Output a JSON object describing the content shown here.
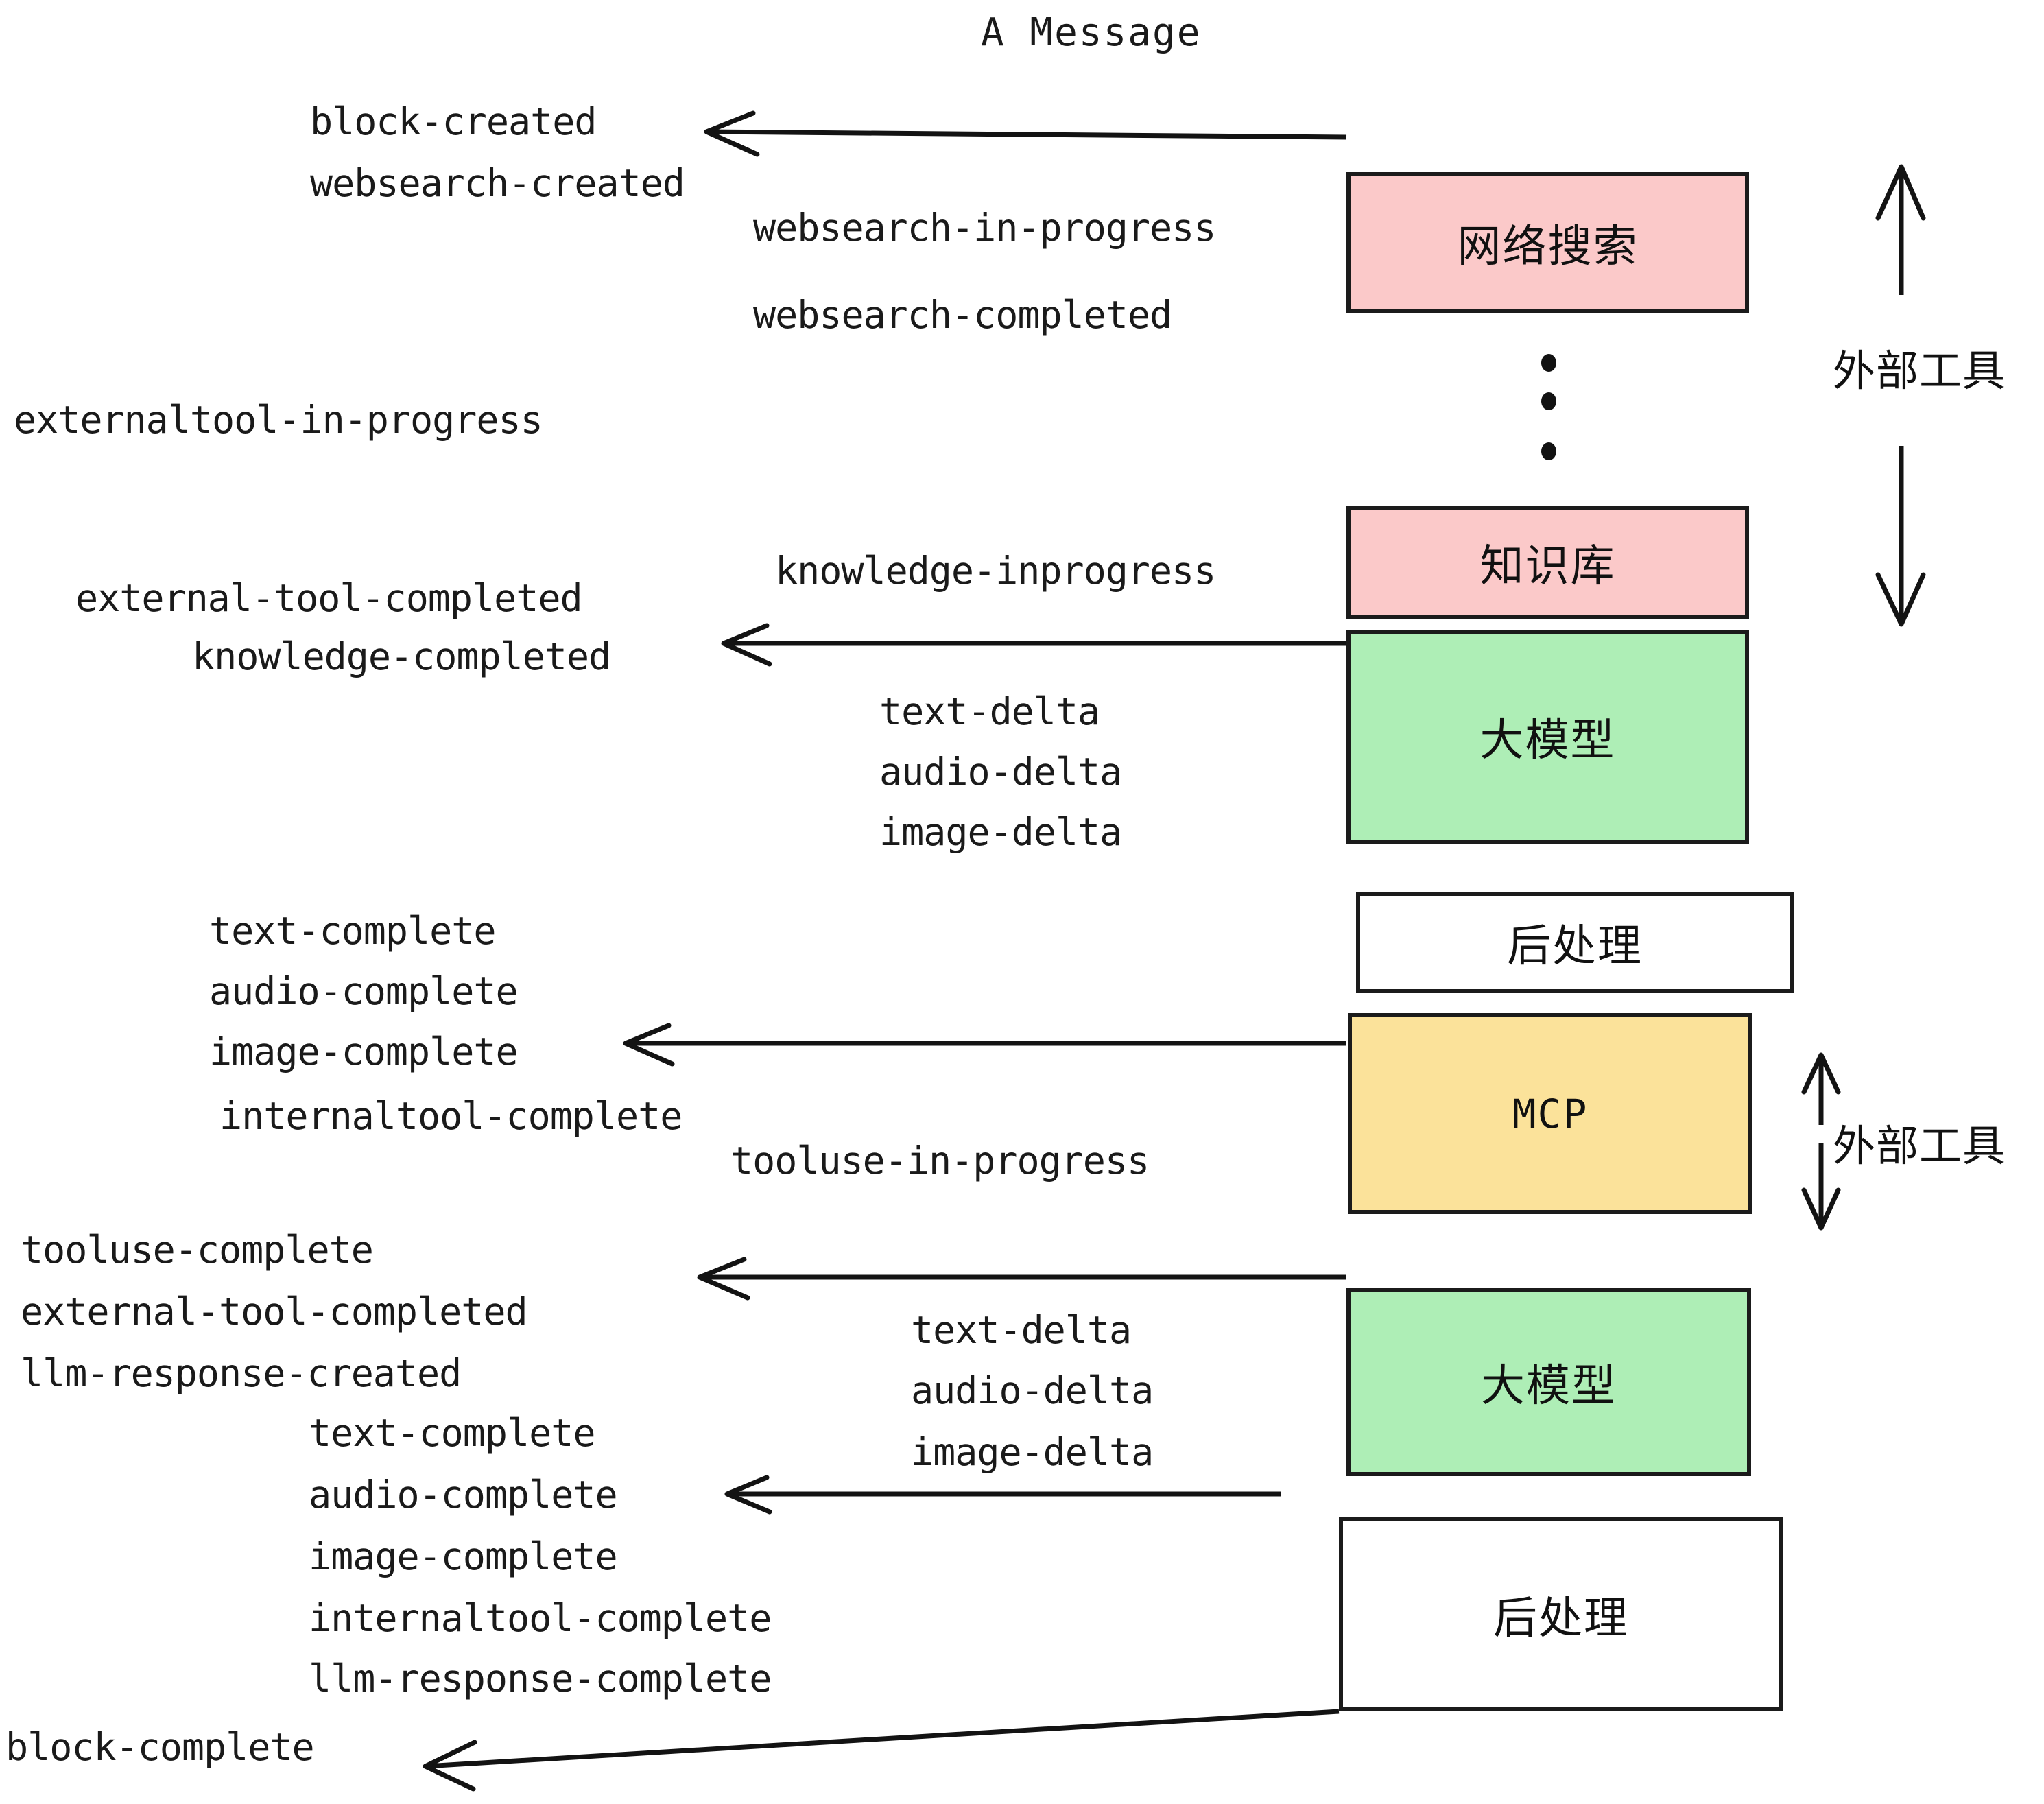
{
  "diagram": {
    "title": "A Message",
    "boxes": [
      {
        "id": "websearch",
        "label": "网络搜索",
        "color": "#fbc9c9"
      },
      {
        "id": "knowledge",
        "label": "知识库",
        "color": "#fbc9c9"
      },
      {
        "id": "llm-1",
        "label": "大模型",
        "color": "#aeeeb6"
      },
      {
        "id": "postprocess-1",
        "label": "后处理",
        "color": "#ffffff"
      },
      {
        "id": "mcp",
        "label": "MCP",
        "color": "#fbe29a"
      },
      {
        "id": "llm-2",
        "label": "大模型",
        "color": "#aeeeb6"
      },
      {
        "id": "postprocess-2",
        "label": "后处理",
        "color": "#ffffff"
      }
    ],
    "side_labels": [
      {
        "id": "external-tools-top",
        "label": "外部工具"
      },
      {
        "id": "external-tools-bottom",
        "label": "外部工具"
      }
    ],
    "events": [
      {
        "id": "e1",
        "text": "block-created"
      },
      {
        "id": "e2",
        "text": "websearch-created"
      },
      {
        "id": "e3",
        "text": "websearch-in-progress"
      },
      {
        "id": "e4",
        "text": "websearch-completed"
      },
      {
        "id": "e5",
        "text": "externaltool-in-progress"
      },
      {
        "id": "e6",
        "text": "knowledge-inprogress"
      },
      {
        "id": "e7",
        "text": "external-tool-completed"
      },
      {
        "id": "e8",
        "text": "knowledge-completed"
      },
      {
        "id": "e9",
        "text": "text-delta"
      },
      {
        "id": "e10",
        "text": "audio-delta"
      },
      {
        "id": "e11",
        "text": "image-delta"
      },
      {
        "id": "e12",
        "text": "text-complete"
      },
      {
        "id": "e13",
        "text": "audio-complete"
      },
      {
        "id": "e14",
        "text": "image-complete"
      },
      {
        "id": "e15",
        "text": "internaltool-complete"
      },
      {
        "id": "e16",
        "text": "tooluse-in-progress"
      },
      {
        "id": "e17",
        "text": "tooluse-complete"
      },
      {
        "id": "e18",
        "text": "external-tool-completed"
      },
      {
        "id": "e19",
        "text": "llm-response-created"
      },
      {
        "id": "e20",
        "text": "text-complete"
      },
      {
        "id": "e21",
        "text": "audio-complete"
      },
      {
        "id": "e22",
        "text": "image-complete"
      },
      {
        "id": "e23",
        "text": "internaltool-complete"
      },
      {
        "id": "e24",
        "text": "llm-response-complete"
      },
      {
        "id": "e25",
        "text": "text-delta"
      },
      {
        "id": "e26",
        "text": "audio-delta"
      },
      {
        "id": "e27",
        "text": "image-delta"
      },
      {
        "id": "e28",
        "text": "block-complete"
      }
    ]
  }
}
